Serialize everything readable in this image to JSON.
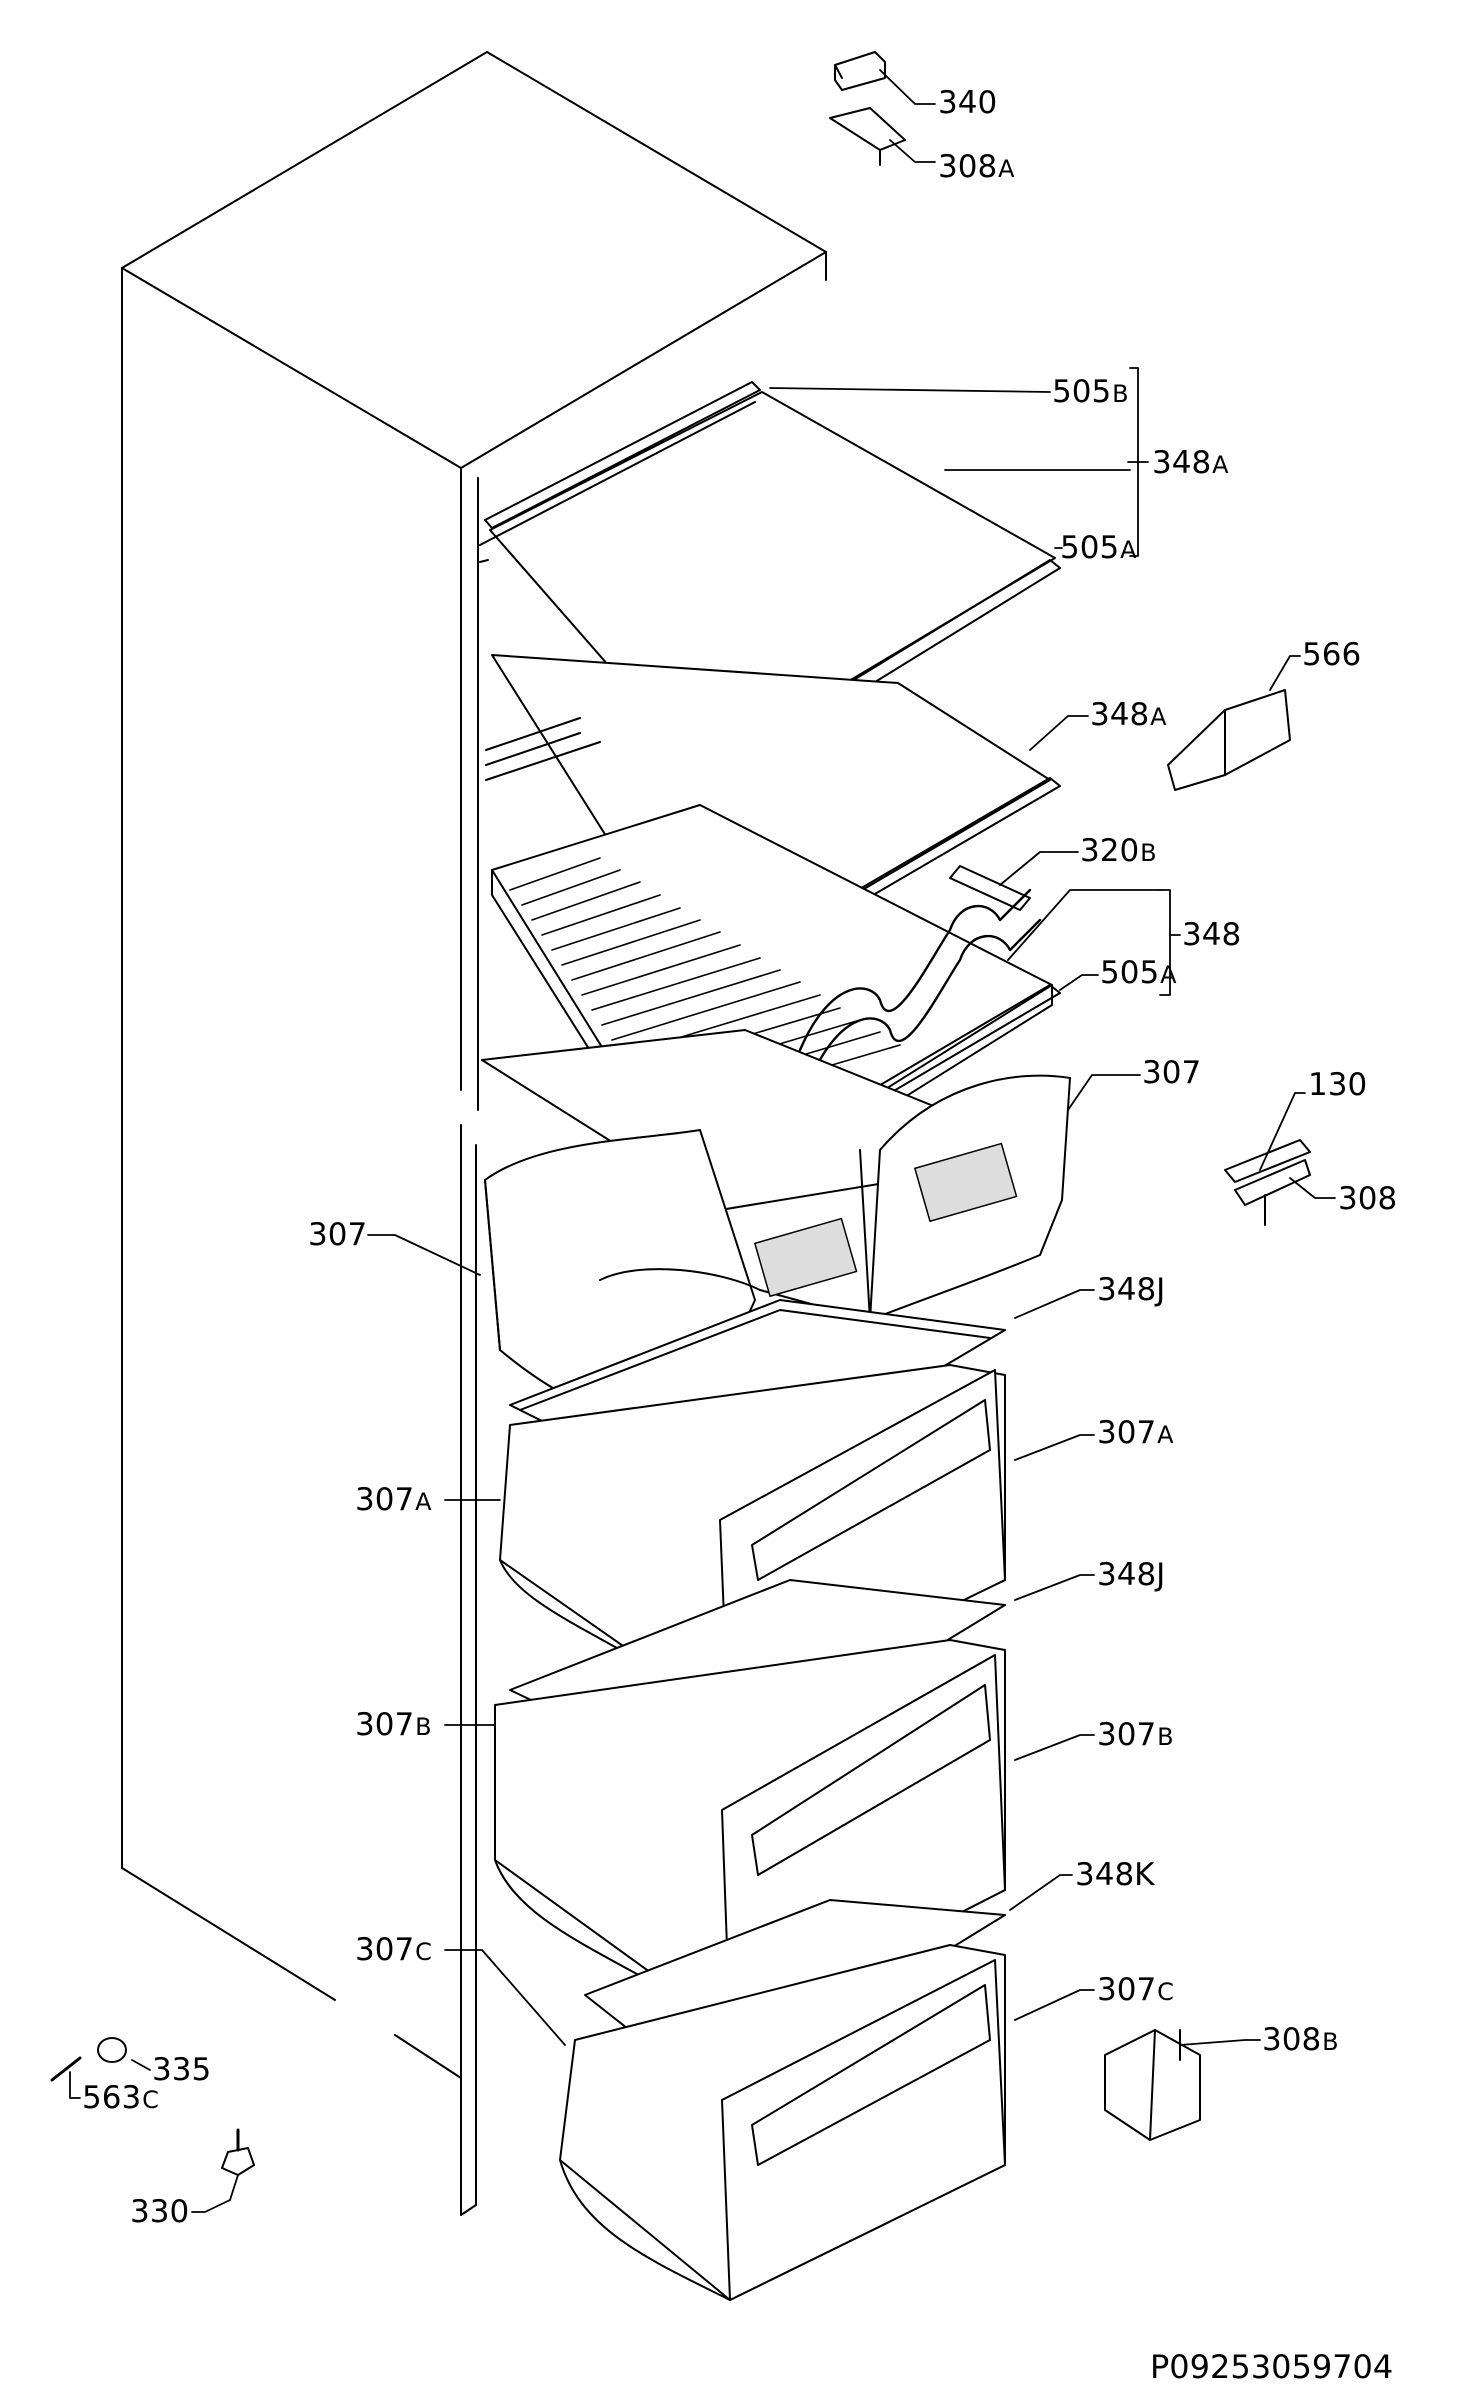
{
  "document_number": "P09253059704",
  "part_labels": [
    {
      "id": "340-top",
      "num": "340",
      "sfx": ""
    },
    {
      "id": "308A-top",
      "num": "308",
      "sfx": "A"
    },
    {
      "id": "505B",
      "num": "505",
      "sfx": "B"
    },
    {
      "id": "348A-group",
      "num": "348",
      "sfx": "A"
    },
    {
      "id": "505A-upper",
      "num": "505",
      "sfx": "A"
    },
    {
      "id": "566",
      "num": "566",
      "sfx": ""
    },
    {
      "id": "348A-shelf",
      "num": "348",
      "sfx": "A"
    },
    {
      "id": "320B",
      "num": "320",
      "sfx": "B"
    },
    {
      "id": "348-group",
      "num": "348",
      "sfx": ""
    },
    {
      "id": "505A-lower",
      "num": "505",
      "sfx": "A"
    },
    {
      "id": "307-right",
      "num": "307",
      "sfx": ""
    },
    {
      "id": "130",
      "num": "130",
      "sfx": ""
    },
    {
      "id": "308-hinge",
      "num": "308",
      "sfx": ""
    },
    {
      "id": "307-left",
      "num": "307",
      "sfx": ""
    },
    {
      "id": "348J-upper",
      "num": "348J",
      "sfx": ""
    },
    {
      "id": "307A-right",
      "num": "307",
      "sfx": "A"
    },
    {
      "id": "307A-left",
      "num": "307",
      "sfx": "A"
    },
    {
      "id": "348J-lower",
      "num": "348J",
      "sfx": ""
    },
    {
      "id": "307B-left",
      "num": "307",
      "sfx": "B"
    },
    {
      "id": "307B-right",
      "num": "307",
      "sfx": "B"
    },
    {
      "id": "348K",
      "num": "348K",
      "sfx": ""
    },
    {
      "id": "307C-left",
      "num": "307",
      "sfx": "C"
    },
    {
      "id": "307C-right",
      "num": "307",
      "sfx": "C"
    },
    {
      "id": "308B",
      "num": "308",
      "sfx": "B"
    },
    {
      "id": "335",
      "num": "335",
      "sfx": ""
    },
    {
      "id": "563C",
      "num": "563",
      "sfx": "C"
    },
    {
      "id": "330",
      "num": "330",
      "sfx": ""
    }
  ]
}
